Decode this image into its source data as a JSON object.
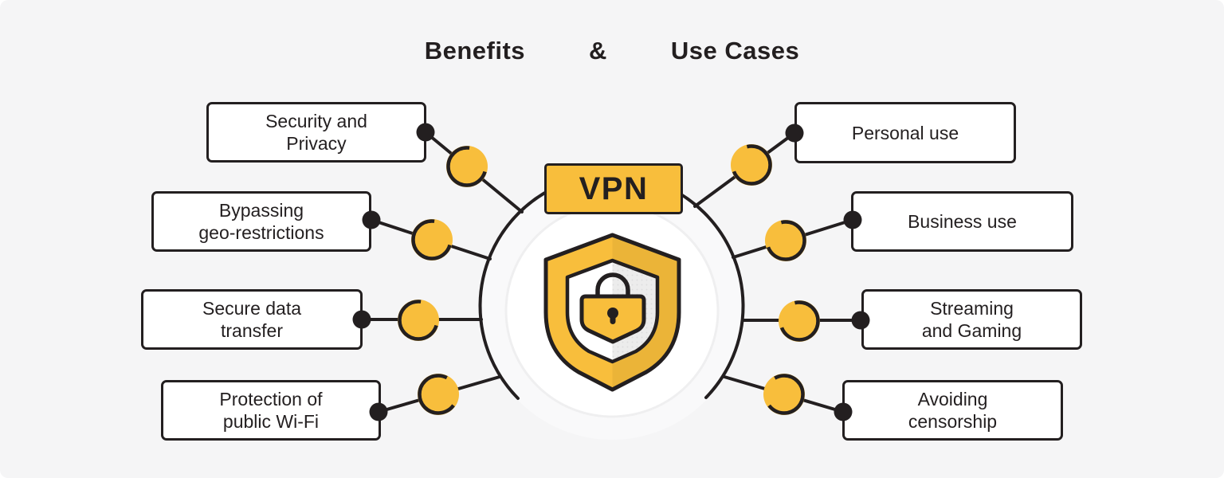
{
  "title": {
    "left": "Benefits",
    "separator": "&",
    "right": "Use Cases"
  },
  "center": {
    "label": "VPN",
    "icon": "shield-lock-icon"
  },
  "benefits": [
    {
      "label": "Security and\nPrivacy"
    },
    {
      "label": "Bypassing\ngeo-restrictions"
    },
    {
      "label": "Secure data\ntransfer"
    },
    {
      "label": "Protection of\npublic Wi-Fi"
    }
  ],
  "use_cases": [
    {
      "label": "Personal use"
    },
    {
      "label": "Business use"
    },
    {
      "label": "Streaming\nand Gaming"
    },
    {
      "label": "Avoiding\ncensorship"
    }
  ],
  "colors": {
    "accent": "#F8BE3C",
    "ink": "#231F20",
    "panel-bg": "#F5F5F6",
    "box-bg": "#FFFFFF",
    "shield-gray": "#ECECEC"
  }
}
